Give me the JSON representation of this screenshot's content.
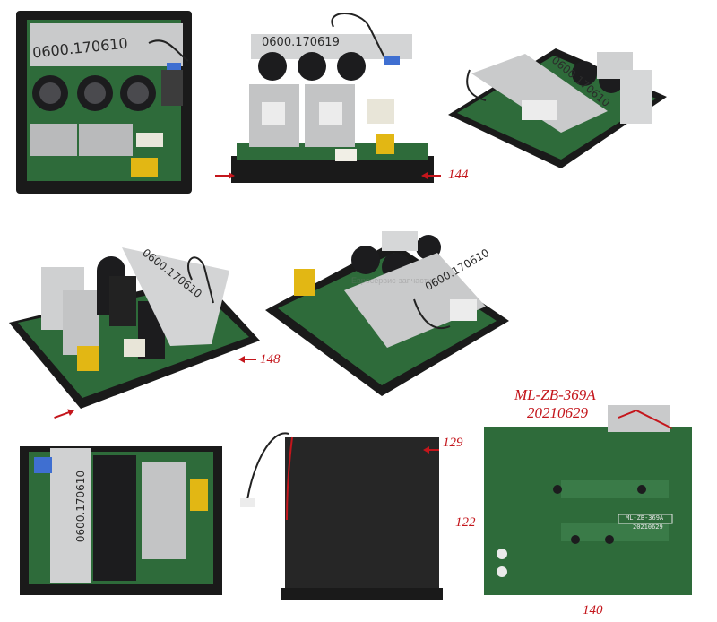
{
  "colors": {
    "pcb_green": "#2e6b3a",
    "heatsink_silver": "#c9cacb",
    "capacitor_black": "#1c1c1e",
    "case_black": "#1a1a1a",
    "label_red": "#c4161c"
  },
  "photos": [
    {
      "name": "board-top-view",
      "marker_text": "0600.170610"
    },
    {
      "name": "board-front-view",
      "marker_text": "0600.170619"
    },
    {
      "name": "board-side-view-right",
      "marker_text": "0600.170610"
    },
    {
      "name": "board-angle-view-left",
      "marker_text": "0600.170610"
    },
    {
      "name": "board-angle-view-right",
      "marker_text": "0600.170610"
    },
    {
      "name": "board-end-view",
      "marker_text": "0600.170610"
    },
    {
      "name": "board-cover-bottom",
      "marker_text": ""
    },
    {
      "name": "board-pcb-bottom",
      "marker_text": "ML-ZB-369A 20210629"
    }
  ],
  "dimensions": {
    "width_front": "144",
    "width_angle": "148",
    "cover_height": "129",
    "pcb_height": "122",
    "pcb_width": "140"
  },
  "model": {
    "code": "ML-ZB-369A",
    "date": "20210629"
  },
  "watermarks": [
    "Еврoсервис-запчасти"
  ]
}
